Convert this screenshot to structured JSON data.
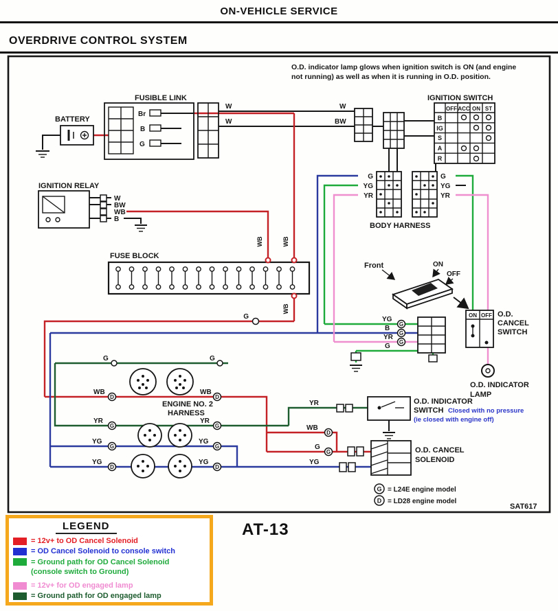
{
  "page": {
    "header_title": "ON-VEHICLE SERVICE",
    "section_title": "OVERDRIVE CONTROL SYSTEM",
    "page_number": "AT-13",
    "figure_ref": "SAT617"
  },
  "note": {
    "line1": "O.D. indicator lamp glows when ignition switch is ON (and engine",
    "line2": "not running) as well as when it is running in O.D. position."
  },
  "components": {
    "battery": "BATTERY",
    "fusible_link": "FUSIBLE LINK",
    "ignition_switch": "IGNITION SWITCH",
    "ignition_relay": "IGNITION RELAY",
    "fuse_block": "FUSE BLOCK",
    "body_harness": "BODY HARNESS",
    "engine_harness_line1": "ENGINE NO. 2",
    "engine_harness_line2": "HARNESS",
    "front": "Front",
    "on": "ON",
    "off": "OFF",
    "od_cancel_switch_1": "O.D.",
    "od_cancel_switch_2": "CANCEL",
    "od_cancel_switch_3": "SWITCH",
    "od_indicator_lamp_1": "O.D. INDICATOR",
    "od_indicator_lamp_2": "LAMP",
    "od_indicator_switch_1": "O.D. INDICATOR",
    "od_indicator_switch_2": "SWITCH",
    "od_indicator_switch_note_1": "Closed with no pressure",
    "od_indicator_switch_note_2": "(ie closed with engine off)",
    "od_cancel_solenoid_1": "O.D. CANCEL",
    "od_cancel_solenoid_2": "SOLENOID"
  },
  "ignition_switch_table": {
    "columns": [
      "OFF",
      "ACC",
      "ON",
      "ST"
    ],
    "rows": [
      "B",
      "IG",
      "S",
      "A",
      "R"
    ],
    "connections": {
      "B": [
        "ACC",
        "ON",
        "ST"
      ],
      "IG": [
        "ON",
        "ST"
      ],
      "S": [
        "ST"
      ],
      "A": [
        "ACC",
        "ON"
      ],
      "R": [
        "ON"
      ]
    }
  },
  "od_cancel_switch_table": {
    "columns": [
      "ON",
      "OFF"
    ]
  },
  "wire_labels": {
    "w": "W",
    "bw": "BW",
    "br": "Br",
    "b": "B",
    "g": "G",
    "wb": "WB",
    "yg": "YG",
    "yr": "YR"
  },
  "models": {
    "g": "G",
    "d": "D",
    "g_text": "= L24E engine model",
    "d_text": "= LD28 engine model"
  },
  "legend": {
    "title": "LEGEND",
    "items": [
      {
        "color": "#e31e24",
        "text": "= 12v+ to OD Cancel Solenoid"
      },
      {
        "color": "#2230d2",
        "text": "= OD Cancel Solenoid to console switch"
      },
      {
        "color": "#1faa3c",
        "text": "= Ground path for OD Cancel Solenoid",
        "text2": "(console switch to Ground)"
      },
      {
        "color": "#f08bd1",
        "text": "= 12v+ for OD engaged lamp"
      },
      {
        "color": "#1d5c2e",
        "text": "= Ground path for OD engaged lamp"
      }
    ]
  },
  "wire_colors": {
    "red": "#c42127",
    "blue": "#2b3a9e",
    "green": "#1faa3c",
    "dark_green": "#1d5c2e",
    "pink": "#ef8fd0",
    "black": "#161616"
  }
}
